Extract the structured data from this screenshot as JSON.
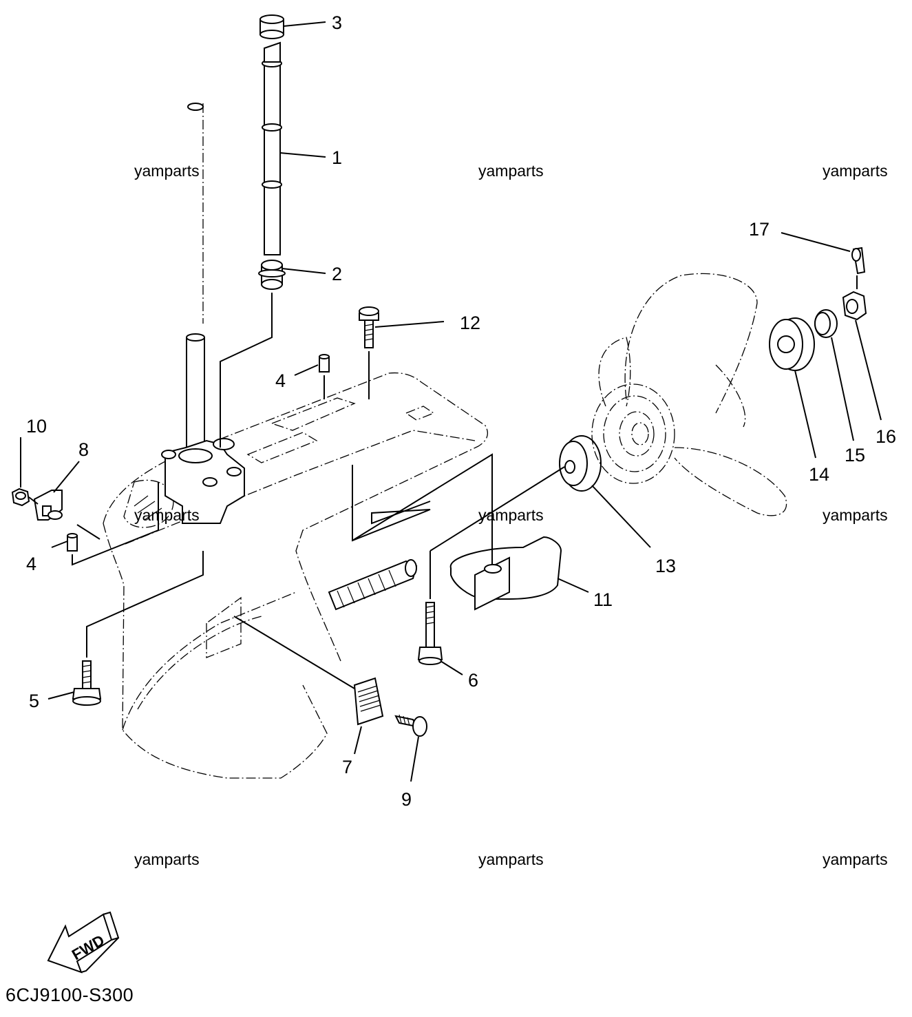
{
  "diagram": {
    "code": "6CJ9100-S300",
    "fwd_label": "FWD",
    "watermark": "yamparts",
    "callouts": [
      {
        "n": "1"
      },
      {
        "n": "2"
      },
      {
        "n": "3"
      },
      {
        "n": "4"
      },
      {
        "n": "4"
      },
      {
        "n": "5"
      },
      {
        "n": "6"
      },
      {
        "n": "7"
      },
      {
        "n": "8"
      },
      {
        "n": "9"
      },
      {
        "n": "10"
      },
      {
        "n": "11"
      },
      {
        "n": "12"
      },
      {
        "n": "13"
      },
      {
        "n": "14"
      },
      {
        "n": "15"
      },
      {
        "n": "16"
      },
      {
        "n": "17"
      }
    ]
  }
}
